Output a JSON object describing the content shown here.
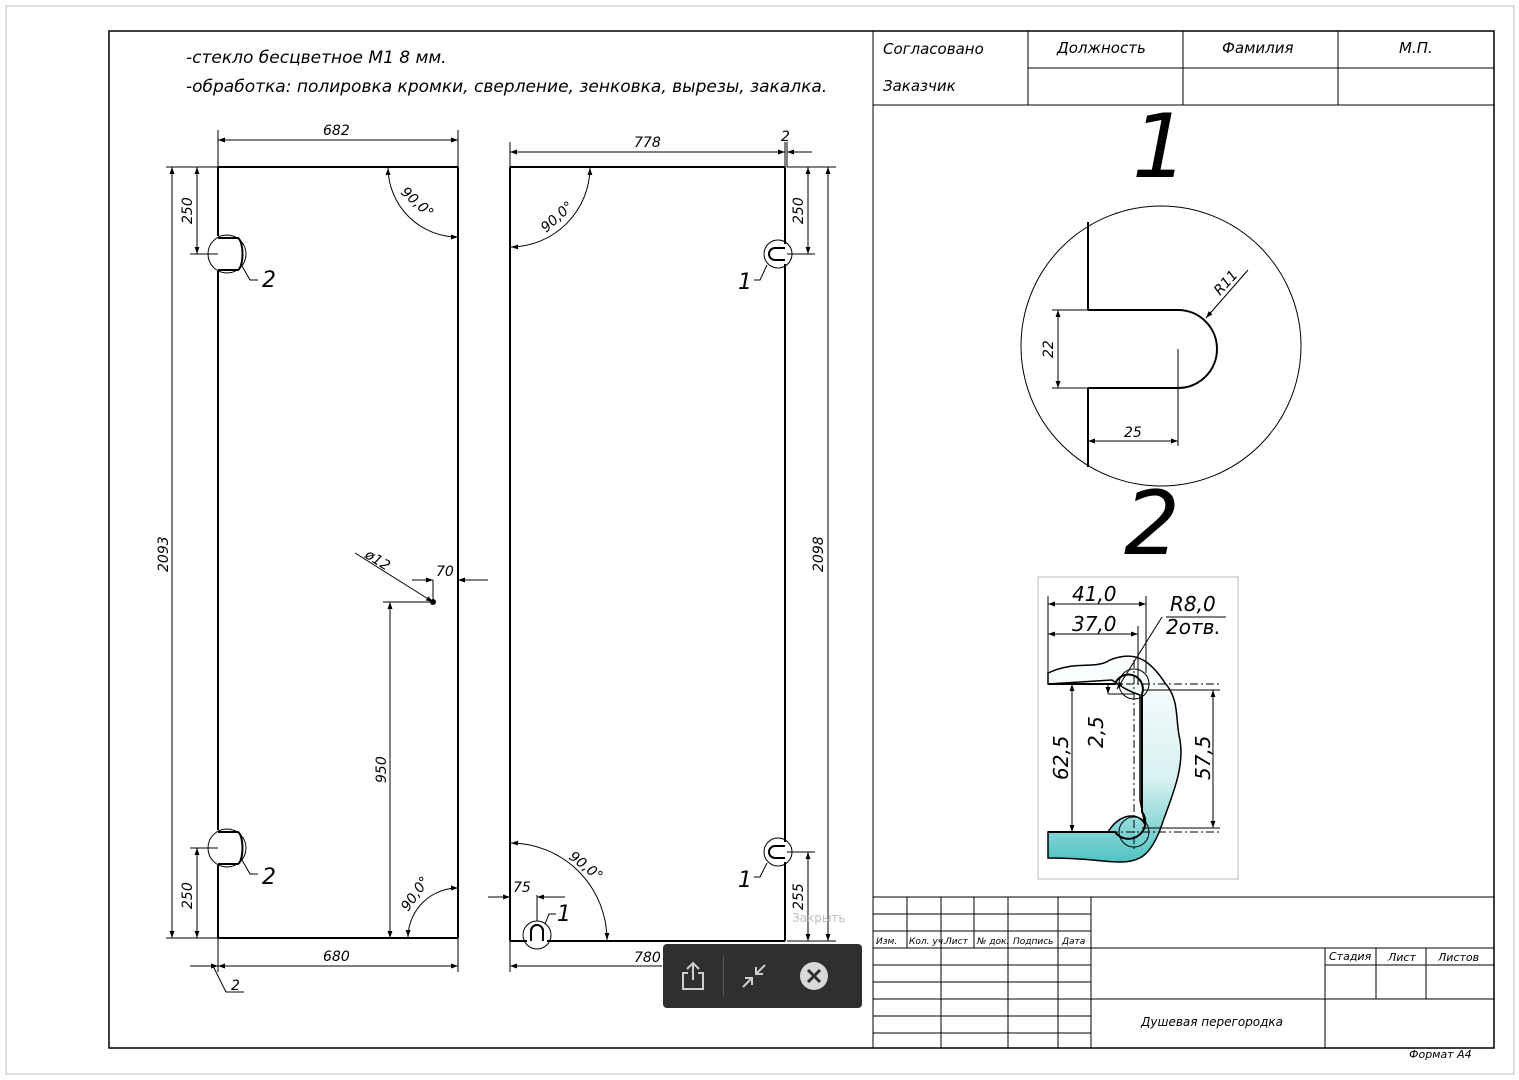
{
  "notes": {
    "line1": "-стекло бесцветное М1  8 мм.",
    "line2": "-обработка: полировка кромки, сверление, зенковка, вырезы, закалка."
  },
  "approval": {
    "agreed": "Согласовано",
    "position": "Должность",
    "surname": "Фамилия",
    "stamp": "М.П.",
    "customer": "Заказчик"
  },
  "panel_left": {
    "top_width": "682",
    "bottom_width": "680",
    "height": "2093",
    "cut_top": "250",
    "cut_bottom": "250",
    "angle_top": "90,0°",
    "angle_bottom": "90,0°",
    "hole_diameter": "ø12",
    "hole_edge": "70",
    "hole_height": "950",
    "offset": "2",
    "callout_top": "2",
    "callout_bottom": "2"
  },
  "panel_right": {
    "top_width": "778",
    "top_offset": "2",
    "bottom_width": "780",
    "height": "2098",
    "cut_top": "250",
    "cut_bottom": "255",
    "angle_top": "90,0°",
    "angle_bottom": "90,0°",
    "bottom_cut_offset": "75",
    "callout_top": "1",
    "callout_mid": "1",
    "callout_bottom": "1"
  },
  "detail1": {
    "title": "1",
    "radius": "R11",
    "depth": "22",
    "length": "25"
  },
  "detail2": {
    "title": "2",
    "w1": "41,0",
    "w2": "37,0",
    "radius": "R8,0",
    "holes": "2отв.",
    "h1": "62,5",
    "h2": "2,5",
    "h3": "57,5"
  },
  "title_block": {
    "izm": "Изм.",
    "kol": "Кол. уч.",
    "list": "Лист",
    "ndoc": "№ док.",
    "sign": "Подпись",
    "date": "Дата",
    "stage": "Стадия",
    "sheet": "Лист",
    "sheets": "Листов",
    "name": "Душевая перегородка"
  },
  "format": "Формат А4",
  "overlay": {
    "tooltip": "Закрыть",
    "share_icon": "share-icon",
    "minimize_icon": "minimize-icon",
    "close_icon": "close-icon"
  },
  "colors": {
    "frame": "#000000",
    "profile_fill": "#4fc3c3",
    "toolbar_bg": "#2f2f30"
  }
}
